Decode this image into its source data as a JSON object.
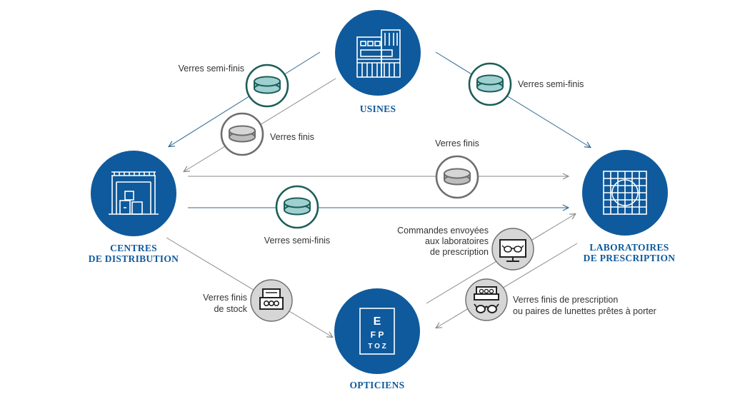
{
  "nodes": {
    "usines": "USINES",
    "centres_line1": "CENTRES",
    "centres_line2": "DE DISTRIBUTION",
    "labos_line1": "LABORATOIRES",
    "labos_line2": "DE PRESCRIPTION",
    "opticiens": "OPTICIENS"
  },
  "chart_icon": {
    "row1": "E",
    "row2": "F P",
    "row3": "T O Z"
  },
  "flows": {
    "usines_to_centres_semi": "Verres semi-finis",
    "usines_to_centres_finis": "Verres finis",
    "usines_to_labos_semi": "Verres semi-finis",
    "centres_to_labos_finis": "Verres finis",
    "centres_to_labos_semi": "Verres semi-finis",
    "centres_to_opticiens_line1": "Verres finis",
    "centres_to_opticiens_line2": "de stock",
    "opticiens_to_labos_line1": "Commandes envoyées",
    "opticiens_to_labos_line2": "aux laboratoires",
    "opticiens_to_labos_line3": "de prescription",
    "labos_to_opticiens_line1": "Verres finis de prescription",
    "labos_to_opticiens_line2": "ou paires de lunettes prêtes à porter"
  },
  "colors": {
    "primary_blue": "#0f5a9c",
    "teal": "#1c5e57",
    "teal_fill": "#9fd0d1",
    "gray_fill": "#d6d6d6",
    "gray_stroke": "#6d6d6d",
    "arrow_blue": "#2e6a95",
    "arrow_gray": "#8a8a8a"
  },
  "icons": {
    "usines": "factory-icon",
    "centres": "warehouse-icon",
    "labos": "lens-grid-icon",
    "opticiens": "eye-chart-icon",
    "semi_finished": "semi-finished-lens-icon",
    "finished": "finished-lens-icon",
    "stock": "lens-stock-box-icon",
    "order": "monitor-glasses-icon",
    "prescription": "glasses-box-icon"
  }
}
